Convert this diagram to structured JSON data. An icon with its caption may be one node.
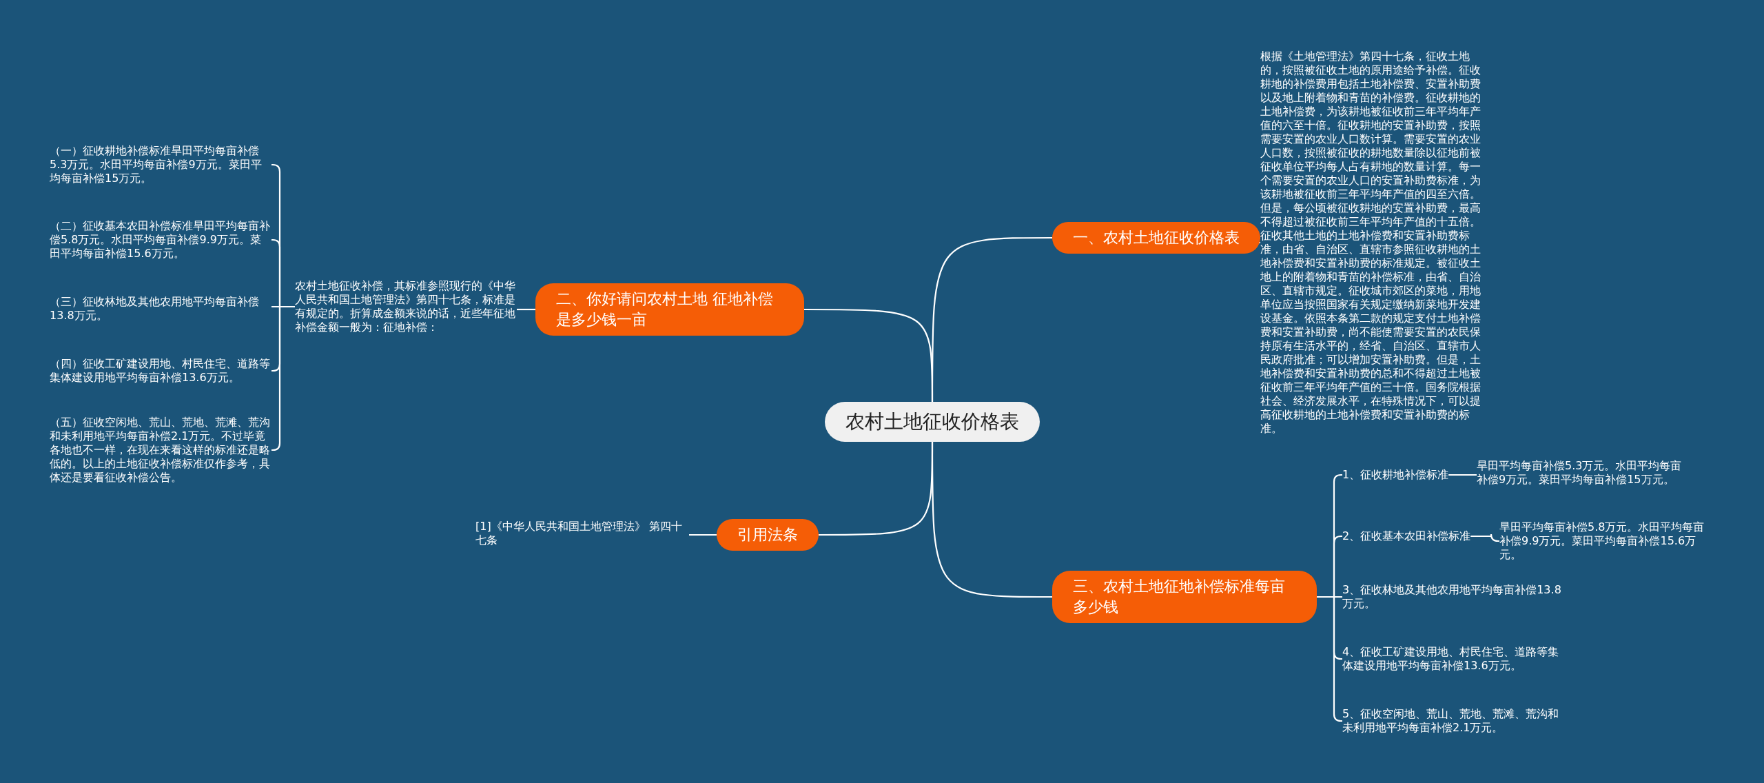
{
  "diagram": {
    "nodes": [
      {
        "text": [
          "农村土地征收价格表"
        ]
      },
      {
        "text": [
          "一、农村土地征收价格表"
        ]
      },
      {
        "text": [
          "根据《土地管理法》第四十七条，征收土地的，按照被征收土地的原用途给予补偿。征收耕地的补偿费用包括土地补偿费、安置补助费以及地上附着物和青苗的补偿费。征收耕地的土地补偿费，为该耕地被征收前三年平均年产值的六至十倍。征收耕地的安置补助费，按照需要安置的农业人口数计算。需要安置的农业人口数，按照被征收的耕地数量除以征地前被征收单位平均每人占有耕地的数量计算。每一个需要安置的农业人口的安置补助费标准，为该耕地被征收前三年平均年产值的四至六倍。但是，每公顷被征收耕地的安置补助费，最高不得超过被征收前三年平均年产值的十五倍。征收其他土地的土地补偿费和安置补助费标准，由省、自治区、直辖市参照征收耕地的土地补偿费和安置补助费的标准规定。被征收土地上的附着物和青苗的补偿标准，由省、自治区、直辖市规定。征收城市郊区的菜地，用地单位应当按照国家有关规定缴纳新菜地开发建设基金。依照本条第二款的规定支付土地补偿费和安置补助费，尚不能使需要安置的农民保持原有生活水平的，经省、自治区、直辖市人民政府批准；可以增加安置补助费。但是，土地补偿费和安置补助费的总和不得超过土地被征收前三年平均年产值的三十倍。国务院根据社会、经济发展水平，在特殊情况下，可以提高征收耕地的土地补偿费和安置补助费的标准。"
        ]
      },
      {
        "text": [
          "二、你好请问农村土地 征地补偿是多少钱一亩"
        ]
      },
      {
        "text": [
          "农村土地征收补偿，其标准参照现行的《中华人民共和国土地管理法》第四十七条，标准是有规定的。折算成金额来说的话，近些年征地补偿金额一般为：征地补偿："
        ]
      },
      {
        "text": [
          "（一）征收耕地补偿标准旱田平均每亩补偿5.3万元。水田平均每亩补偿9万元。菜田平均每亩补偿15万元。"
        ]
      },
      {
        "text": [
          "（二）征收基本农田补偿标准旱田平均每亩补偿5.8万元。水田平均每亩补偿9.9万元。菜田平均每亩补偿15.6万元。"
        ]
      },
      {
        "text": [
          "（三）征收林地及其他农用地平均每亩补偿13.8万元。"
        ]
      },
      {
        "text": [
          "（四）征收工矿建设用地、村民住宅、道路等集体建设用地平均每亩补偿13.6万元。"
        ]
      },
      {
        "text": [
          "（五）征收空闲地、荒山、荒地、荒滩、荒沟和未利用地平均每亩补偿2.1万元。不过毕竟各地也不一样，在现在来看这样的标准还是略低的。以上的土地征收补偿标准仅作参考，具体还是要看征收补偿公告。"
        ]
      },
      {
        "text": [
          "引用法条"
        ]
      },
      {
        "text": [
          "[1]《中华人民共和国土地管理法》 第四十七条"
        ]
      },
      {
        "text": [
          "三、农村土地征地补偿标准每亩多少钱"
        ]
      },
      {
        "text": [
          "1、征收耕地补偿标准"
        ]
      },
      {
        "text": [
          "2、征收基本农田补偿标准"
        ]
      },
      {
        "text": [
          "3、征收林地及其他农用地平均每亩补偿13.8万元。"
        ]
      },
      {
        "text": [
          "4、征收工矿建设用地、村民住宅、道路等集体建设用地平均每亩补偿13.6万元。"
        ]
      },
      {
        "text": [
          "5、征收空闲地、荒山、荒地、荒滩、荒沟和未利用地平均每亩补偿2.1万元。"
        ]
      },
      {
        "text": [
          "旱田平均每亩补偿5.3万元。水田平均每亩补偿9万元。菜田平均每亩补偿15万元。"
        ]
      },
      {
        "text": [
          "旱田平均每亩补偿5.8万元。水田平均每亩补偿9.9万元。菜田平均每亩补偿15.6万元。"
        ]
      }
    ],
    "edges": [
      {
        "from": 0,
        "to": 1,
        "arrow": "none"
      },
      {
        "from": 1,
        "to": 2,
        "arrow": "none"
      },
      {
        "from": 0,
        "to": 3,
        "arrow": "none"
      },
      {
        "from": 3,
        "to": 4,
        "arrow": "none"
      },
      {
        "from": 4,
        "to": 5,
        "arrow": "none"
      },
      {
        "from": 4,
        "to": 6,
        "arrow": "none"
      },
      {
        "from": 4,
        "to": 7,
        "arrow": "none"
      },
      {
        "from": 4,
        "to": 8,
        "arrow": "none"
      },
      {
        "from": 4,
        "to": 9,
        "arrow": "none"
      },
      {
        "from": 0,
        "to": 10,
        "arrow": "none"
      },
      {
        "from": 10,
        "to": 11,
        "arrow": "none"
      },
      {
        "from": 0,
        "to": 12,
        "arrow": "none"
      },
      {
        "from": 12,
        "to": 13,
        "arrow": "none"
      },
      {
        "from": 12,
        "to": 14,
        "arrow": "none"
      },
      {
        "from": 12,
        "to": 15,
        "arrow": "none"
      },
      {
        "from": 12,
        "to": 16,
        "arrow": "none"
      },
      {
        "from": 12,
        "to": 17,
        "arrow": "none"
      },
      {
        "from": 13,
        "to": 18,
        "arrow": "none"
      },
      {
        "from": 14,
        "to": 19,
        "arrow": "none"
      }
    ]
  }
}
